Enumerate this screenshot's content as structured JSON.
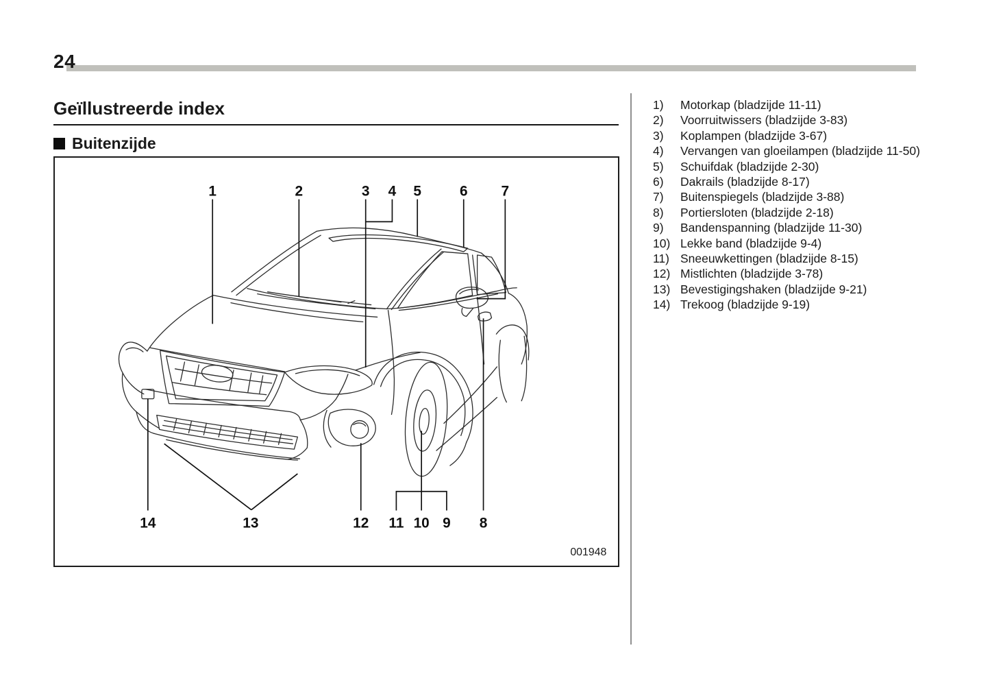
{
  "page": {
    "number": "24"
  },
  "header": {
    "title": "Geïllustreerde index",
    "section": "Buitenzijde"
  },
  "figure": {
    "code": "001948"
  },
  "colors": {
    "page_rule_gray": "#c0c0bb",
    "column_divider_gray": "#8f8f8f",
    "ink": "#1a1a1a"
  },
  "diagram": {
    "callouts": [
      {
        "label": "1"
      },
      {
        "label": "2"
      },
      {
        "label": "3"
      },
      {
        "label": "4"
      },
      {
        "label": "5"
      },
      {
        "label": "6"
      },
      {
        "label": "7"
      },
      {
        "label": "8"
      },
      {
        "label": "9"
      },
      {
        "label": "10"
      },
      {
        "label": "11"
      },
      {
        "label": "12"
      },
      {
        "label": "13"
      },
      {
        "label": "14"
      }
    ]
  },
  "legend": {
    "items": [
      {
        "num": "1)",
        "label": "Motorkap (bladzijde 11-11)"
      },
      {
        "num": "2)",
        "label": "Voorruitwissers (bladzijde 3-83)"
      },
      {
        "num": "3)",
        "label": "Koplampen (bladzijde 3-67)"
      },
      {
        "num": "4)",
        "label": "Vervangen van gloeilampen (bladzijde 11-50)"
      },
      {
        "num": "5)",
        "label": "Schuifdak (bladzijde 2-30)"
      },
      {
        "num": "6)",
        "label": "Dakrails (bladzijde 8-17)"
      },
      {
        "num": "7)",
        "label": "Buitenspiegels (bladzijde 3-88)"
      },
      {
        "num": "8)",
        "label": "Portiersloten (bladzijde 2-18)"
      },
      {
        "num": "9)",
        "label": "Bandenspanning (bladzijde 11-30)"
      },
      {
        "num": "10)",
        "label": "Lekke band (bladzijde 9-4)"
      },
      {
        "num": "11)",
        "label": "Sneeuwkettingen (bladzijde 8-15)"
      },
      {
        "num": "12)",
        "label": "Mistlichten (bladzijde 3-78)"
      },
      {
        "num": "13)",
        "label": "Bevestigingshaken (bladzijde 9-21)"
      },
      {
        "num": "14)",
        "label": "Trekoog (bladzijde 9-19)"
      }
    ]
  }
}
